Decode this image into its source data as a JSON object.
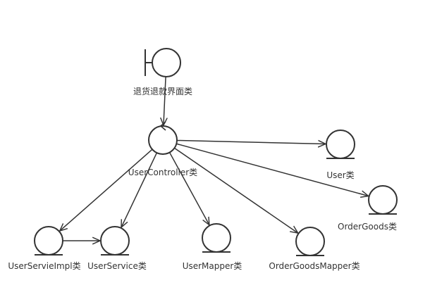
{
  "diagram": {
    "type": "robustness-diagram",
    "nodes": [
      {
        "id": "boundary",
        "kind": "boundary",
        "label": "退货退款界面类"
      },
      {
        "id": "controller",
        "kind": "control",
        "label": "UserController类"
      },
      {
        "id": "user",
        "kind": "entity",
        "label": "User类"
      },
      {
        "id": "ordergoods",
        "kind": "entity",
        "label": "OrderGoods类"
      },
      {
        "id": "impl",
        "kind": "entity",
        "label": "UserServieImpl类"
      },
      {
        "id": "service",
        "kind": "entity",
        "label": "UserService类"
      },
      {
        "id": "mapper",
        "kind": "entity",
        "label": "UserMapper类"
      },
      {
        "id": "ogmapper",
        "kind": "entity",
        "label": "OrderGoodsMapper类"
      }
    ],
    "edges": [
      {
        "from": "boundary",
        "to": "controller"
      },
      {
        "from": "controller",
        "to": "user"
      },
      {
        "from": "controller",
        "to": "ordergoods"
      },
      {
        "from": "controller",
        "to": "impl"
      },
      {
        "from": "controller",
        "to": "service"
      },
      {
        "from": "controller",
        "to": "mapper"
      },
      {
        "from": "controller",
        "to": "ogmapper"
      },
      {
        "from": "impl",
        "to": "service"
      }
    ]
  },
  "colors": {
    "stroke": "#333333",
    "background": "#ffffff",
    "text": "#333333"
  }
}
